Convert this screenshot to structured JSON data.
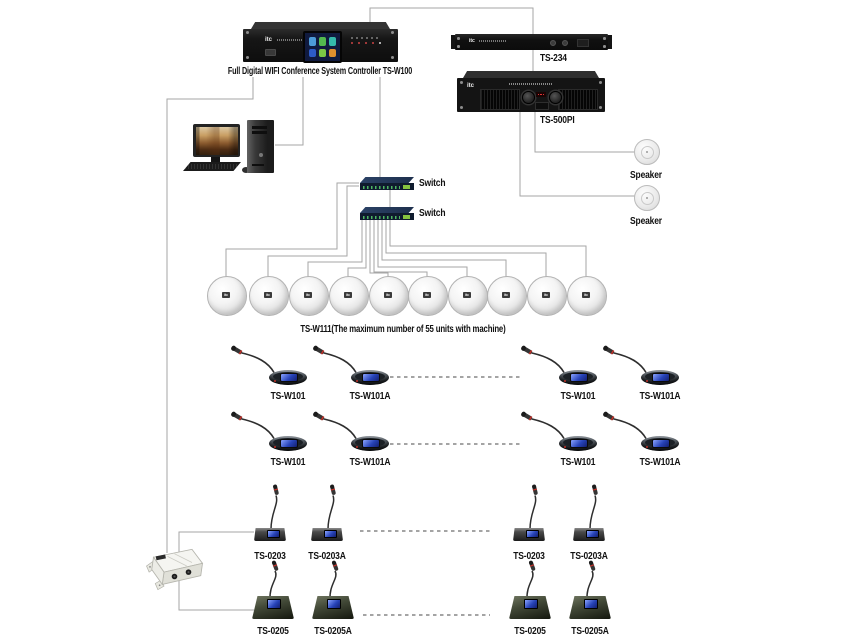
{
  "controller": {
    "logo": "itc",
    "label": "Full Digital WIFI Conference System Controller TS-W100"
  },
  "rack_ts234": {
    "logo": "itc",
    "label": "TS-234"
  },
  "amp_ts500pi": {
    "logo": "itc",
    "label": "TS-500PI"
  },
  "speakers": {
    "labels": [
      "Speaker",
      "Speaker"
    ]
  },
  "switches": {
    "labels": [
      "Switch",
      "Switch"
    ]
  },
  "ceiling_array": {
    "caption": "TS-W111(The maximum number of 55 units with machine)",
    "unit_count": 10,
    "unit_logo": "itc"
  },
  "mic_rows": [
    {
      "type": "w101",
      "labels": [
        "TS-W101",
        "TS-W101A",
        "TS-W101",
        "TS-W101A"
      ]
    },
    {
      "type": "w101",
      "labels": [
        "TS-W101",
        "TS-W101A",
        "TS-W101",
        "TS-W101A"
      ]
    },
    {
      "type": "t0203",
      "labels": [
        "TS-0203",
        "TS-0203A",
        "TS-0203",
        "TS-0203A"
      ]
    },
    {
      "type": "t0205",
      "labels": [
        "TS-0205",
        "TS-0205A",
        "TS-0205",
        "TS-0205A"
      ]
    }
  ],
  "colors": {
    "wire": "#a6a6a6",
    "dash": "#4a4a4a",
    "label": "#1a1a1a",
    "switch_green": "#7bc143",
    "screen_blue": "#2b57c4"
  }
}
